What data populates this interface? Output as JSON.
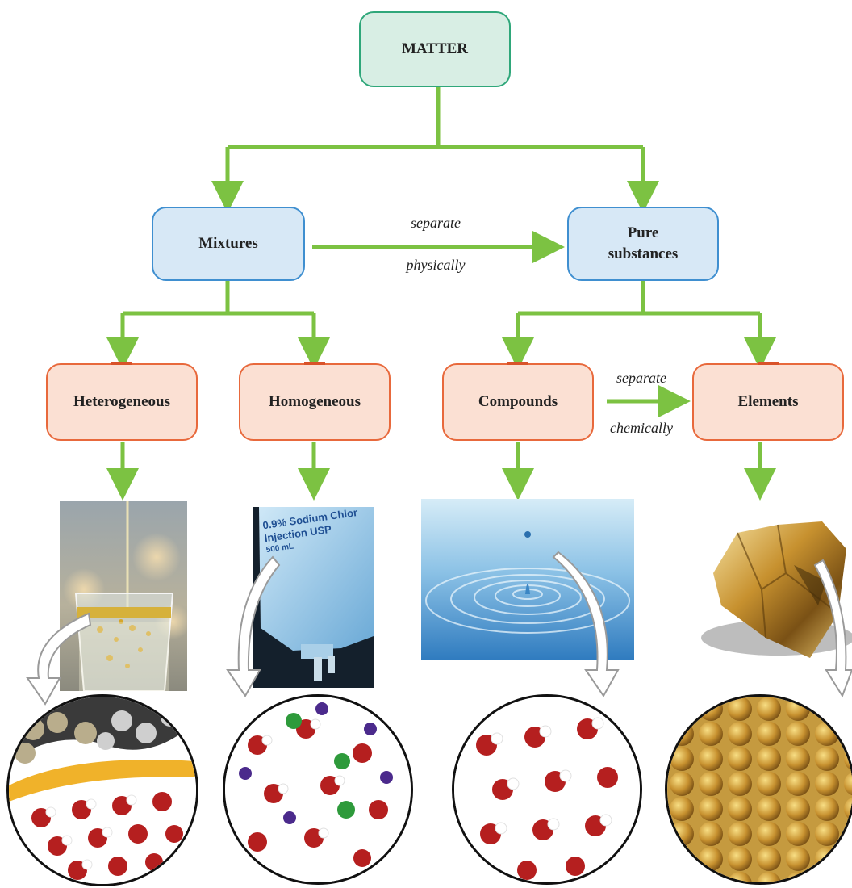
{
  "nodes": {
    "matter": "MATTER",
    "mixtures": "Mixtures",
    "pure": "Pure substances",
    "heterogeneous": "Heterogeneous",
    "homogeneous": "Homogeneous",
    "compounds": "Compounds",
    "elements": "Elements"
  },
  "edges": {
    "physical_top": "separate",
    "physical_bottom": "physically",
    "chemical_top": "separate",
    "chemical_bottom": "chemically"
  },
  "photos": {
    "iv_bag_line1": "0.9% Sodium Chlor",
    "iv_bag_line2": "Injection USP",
    "iv_bag_line3": "500 mL"
  },
  "colors": {
    "arrow": "#7cc242",
    "matter_fill": "#d8eee4",
    "mixture_fill": "#d7e8f6",
    "category_fill": "#fbe0d3"
  }
}
